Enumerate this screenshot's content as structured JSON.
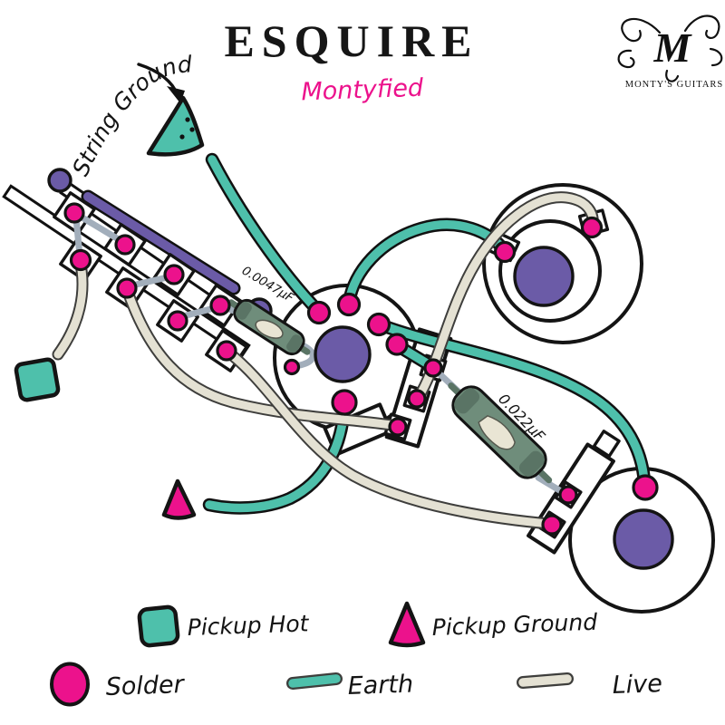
{
  "title": "ESQUIRE",
  "subtitle": "Montyfied",
  "logo": {
    "monogram": "M",
    "name": "MONTY'S GUITARS"
  },
  "annotations": {
    "string_ground": "String Ground",
    "cap_volume": "0.0047µF",
    "cap_tone": "0.022µF"
  },
  "legend": {
    "pickup_hot": "Pickup Hot",
    "pickup_ground": "Pickup Ground",
    "solder": "Solder",
    "earth": "Earth",
    "live": "Live"
  },
  "colors": {
    "teal": "#4EC0AB",
    "pink": "#EC128C",
    "purple": "#6B5BA7",
    "beige": "#E4E1D3",
    "cap-green": "#6F8D7B",
    "cap-green-dark": "#5A7465",
    "cap-label": "#E9E5D4",
    "wire-gray": "#A2AEBB",
    "ink": "#141414"
  }
}
